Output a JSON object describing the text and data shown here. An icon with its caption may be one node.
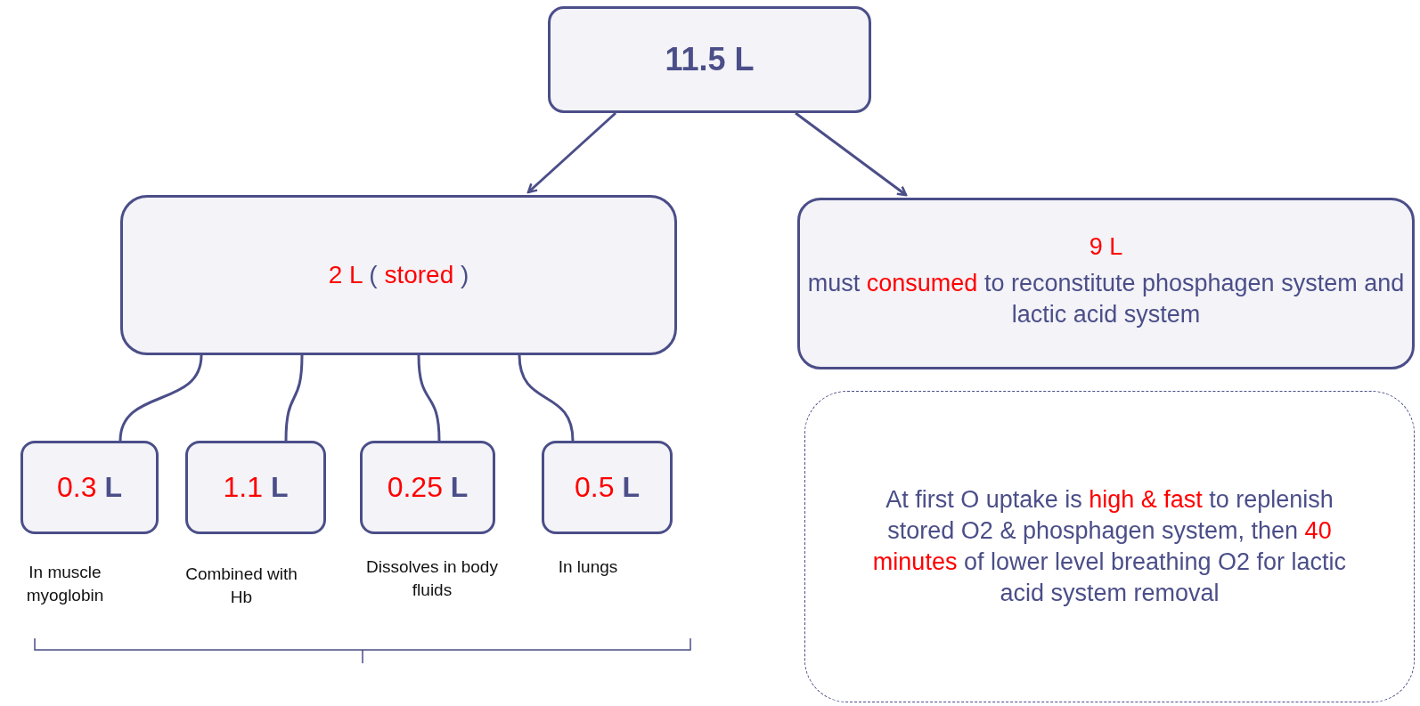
{
  "diagram": {
    "nodes": [
      {
        "text": [
          "11.5 L"
        ]
      },
      {
        "text": [
          "*2 L* ( *stored* )"
        ]
      },
      {
        "text": [
          "*9 L*",
          "must *consumed* to reconstitute phosphagen system and lactic acid system"
        ]
      },
      {
        "text": [
          "*0.3* **L**"
        ],
        "beside": [
          "In muscle myoglobin"
        ]
      },
      {
        "text": [
          "*1.1* **L**"
        ],
        "beside": [
          "Combined with Hb"
        ]
      },
      {
        "text": [
          "*0.25* **L**"
        ],
        "beside": [
          "Dissolves in body fluids"
        ]
      },
      {
        "text": [
          "*0.5* **L**"
        ],
        "beside": [
          "In lungs"
        ]
      },
      {
        "text": [
          "At first O uptake is *high & fast* to replenish stored O2 & phosphagen system, then *40 minutes* of lower level breathing O2 for lactic acid system removal"
        ]
      }
    ],
    "edges": [
      {
        "from": 0,
        "to": 1,
        "arrow": "to"
      },
      {
        "from": 0,
        "to": 2,
        "arrow": "to"
      },
      {
        "from": 1,
        "to": 3,
        "arrow": "none"
      },
      {
        "from": 1,
        "to": 4,
        "arrow": "none"
      },
      {
        "from": 1,
        "to": 5,
        "arrow": "none"
      },
      {
        "from": 1,
        "to": 6,
        "arrow": "none"
      }
    ]
  }
}
